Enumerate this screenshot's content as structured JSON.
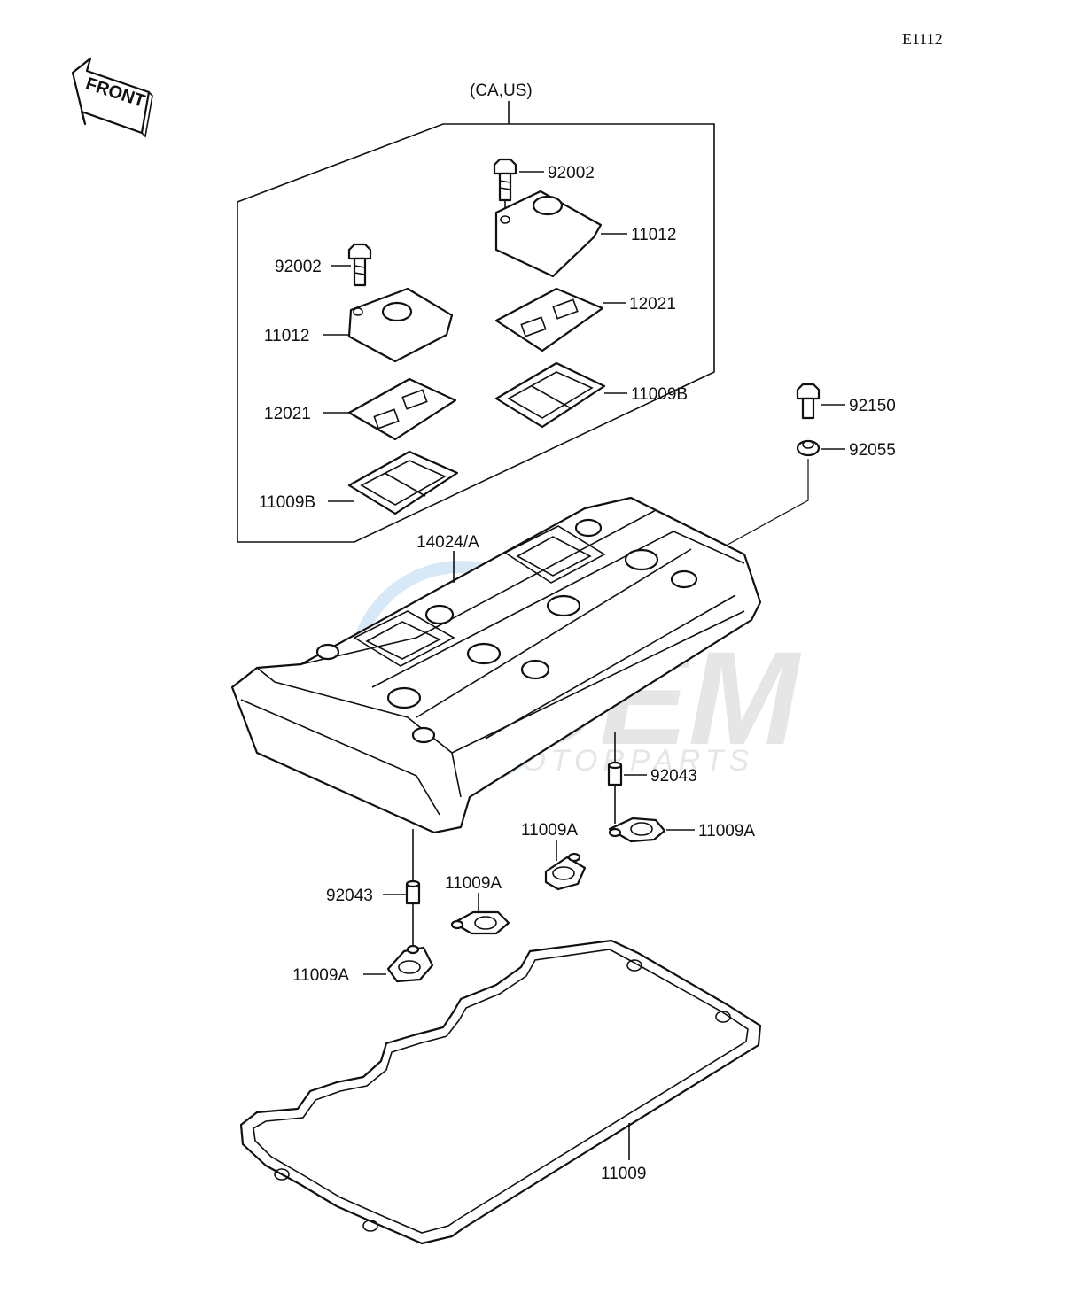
{
  "diagram_code": "E1112",
  "front_arrow_label": "FRONT",
  "region_label": "(CA,US)",
  "watermark": {
    "brand": "OEM",
    "sub": "MOTORPARTS",
    "blue": "#8fc3ea",
    "gray": "#b8b8b8"
  },
  "callouts": {
    "c_92002_right": "92002",
    "c_11012_right": "11012",
    "c_12021_right": "12021",
    "c_11009B_right": "11009B",
    "c_92002_left": "92002",
    "c_11012_left": "11012",
    "c_12021_left": "12021",
    "c_11009B_left": "11009B",
    "c_92150": "92150",
    "c_92055": "92055",
    "c_14024A": "14024/A",
    "c_92043_right": "92043",
    "c_11009A_right": "11009A",
    "c_11009A_mid": "11009A",
    "c_11009A_center": "11009A",
    "c_92043_left": "92043",
    "c_11009A_left": "11009A",
    "c_11009": "11009"
  }
}
